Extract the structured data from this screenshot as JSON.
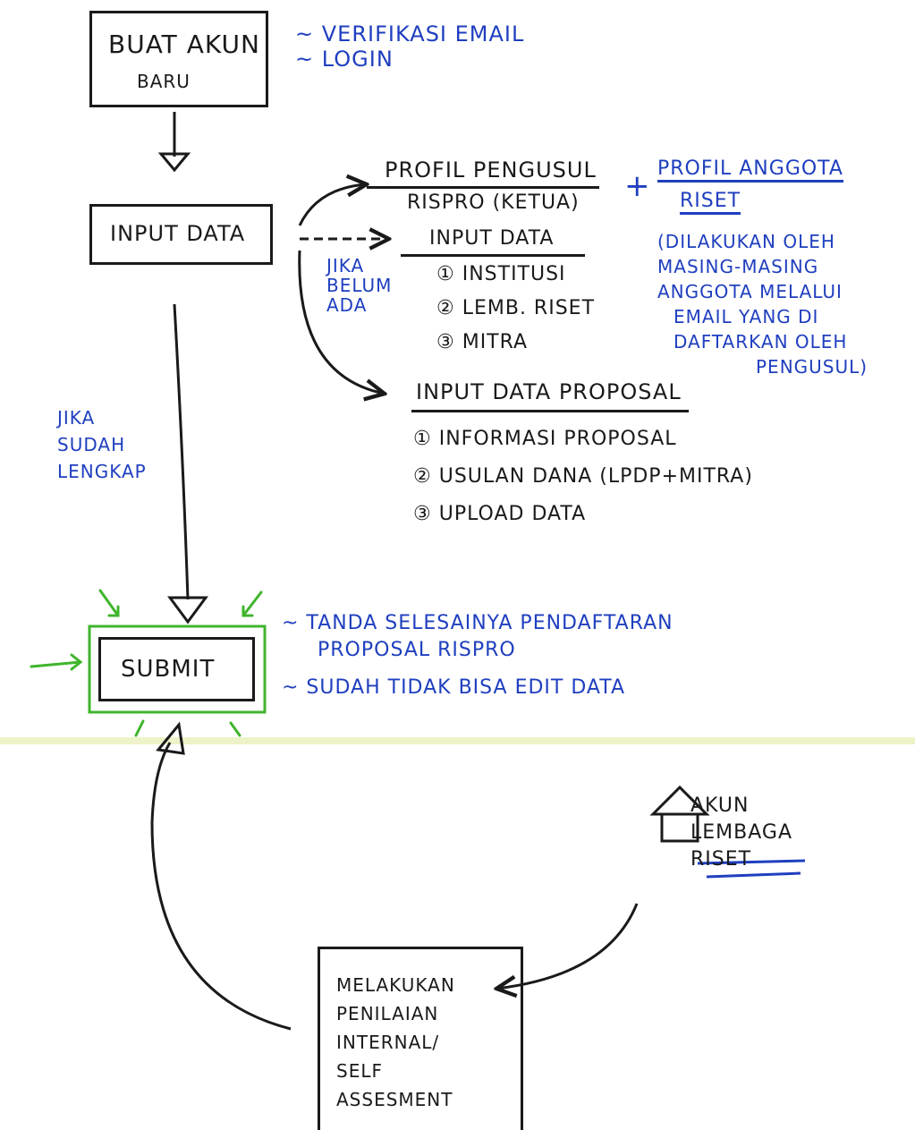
{
  "flow": {
    "create_account": {
      "line1": "BUAT AKUN",
      "line2": "BARU"
    },
    "create_account_notes": [
      "~ VERIFIKASI EMAIL",
      "~ LOGIN"
    ],
    "input_data": "INPUT DATA",
    "submit": "SUBMIT",
    "submit_notes": [
      "~ TANDA SELESAINYA PENDAFTARAN",
      "PROPOSAL RISPRO",
      "~ SUDAH TIDAK BISA EDIT DATA"
    ],
    "if_complete": [
      "JIKA",
      "SUDAH",
      "LENGKAP"
    ],
    "if_none": [
      "JIKA",
      "BELUM",
      "ADA"
    ]
  },
  "profile": {
    "title1": "PROFIL PENGUSUL",
    "title2": "RISPRO (KETUA)",
    "plus": "+",
    "member_title1": "PROFIL ANGGOTA",
    "member_title2": "RISET",
    "member_note": [
      "(DILAKUKAN OLEH",
      "MASING-MASING",
      "ANGGOTA MELALUI",
      "EMAIL YANG DI",
      "DAFTARKAN OLEH",
      "PENGUSUL)"
    ]
  },
  "input_data_list": {
    "title": "INPUT DATA",
    "items": [
      "① INSTITUSI",
      "② LEMB. RISET",
      "③ MITRA"
    ]
  },
  "proposal": {
    "title": "INPUT DATA PROPOSAL",
    "items": [
      "① INFORMASI PROPOSAL",
      "② USULAN DANA (LPDP+MITRA)",
      "③ UPLOAD DATA"
    ]
  },
  "assessment": {
    "lines": [
      "MELAKUKAN",
      "PENILAIAN",
      "INTERNAL/",
      "SELF",
      "ASSESMENT"
    ]
  },
  "research_institution": {
    "lines": [
      "AKUN",
      "LEMBAGA",
      "RISET"
    ]
  },
  "colors": {
    "ink": "#1a1a1a",
    "blue": "#1f3fbf",
    "green": "#3fb52c",
    "divider": "#eef2c8"
  }
}
